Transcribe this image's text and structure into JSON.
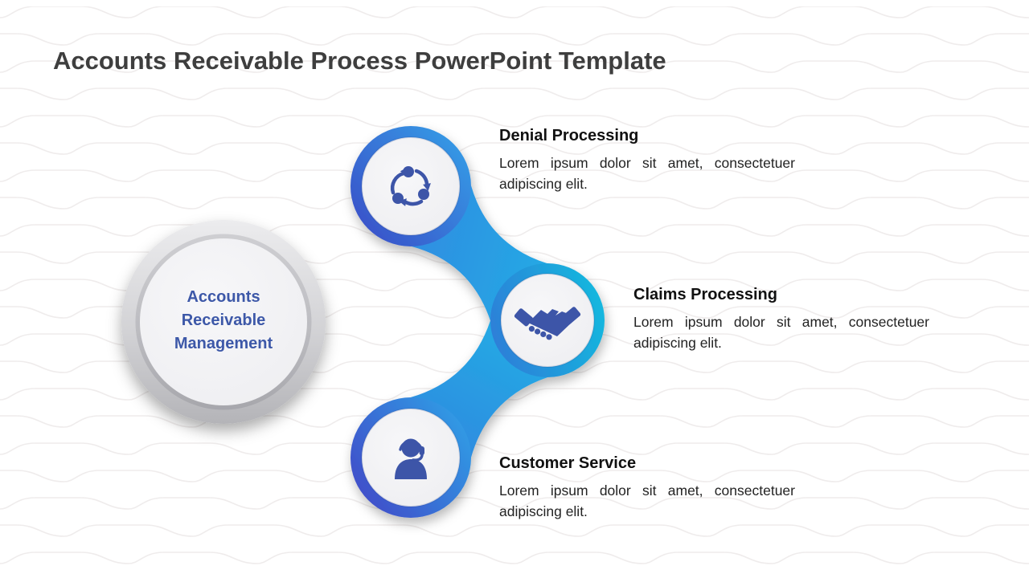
{
  "slide": {
    "title": "Accounts Receivable Process PowerPoint Template",
    "center": {
      "label": "Accounts Receivable Management"
    },
    "items": [
      {
        "title": "Denial Processing",
        "description": "Lorem ipsum dolor sit amet, consectetuer adipiscing elit.",
        "icon": "cycle-arrows-icon"
      },
      {
        "title": "Claims Processing",
        "description": "Lorem ipsum dolor sit amet, consectetuer adipiscing elit.",
        "icon": "handshake-icon"
      },
      {
        "title": "Customer Service",
        "description": "Lorem ipsum dolor sit amet, consectetuer adipiscing elit.",
        "icon": "headset-agent-icon"
      }
    ],
    "colors": {
      "title_text": "#3e3e3e",
      "center_text": "#3d58a8",
      "icon": "#3d55a8",
      "ring_indigo": "#3a4fc8",
      "ring_blue": "#2f9ce6",
      "ring_cyan": "#14b8de",
      "connector_blue": "#2b9be2",
      "gray_ring": "#bdbdc0",
      "inner_disc": "#f3f3f5"
    }
  }
}
